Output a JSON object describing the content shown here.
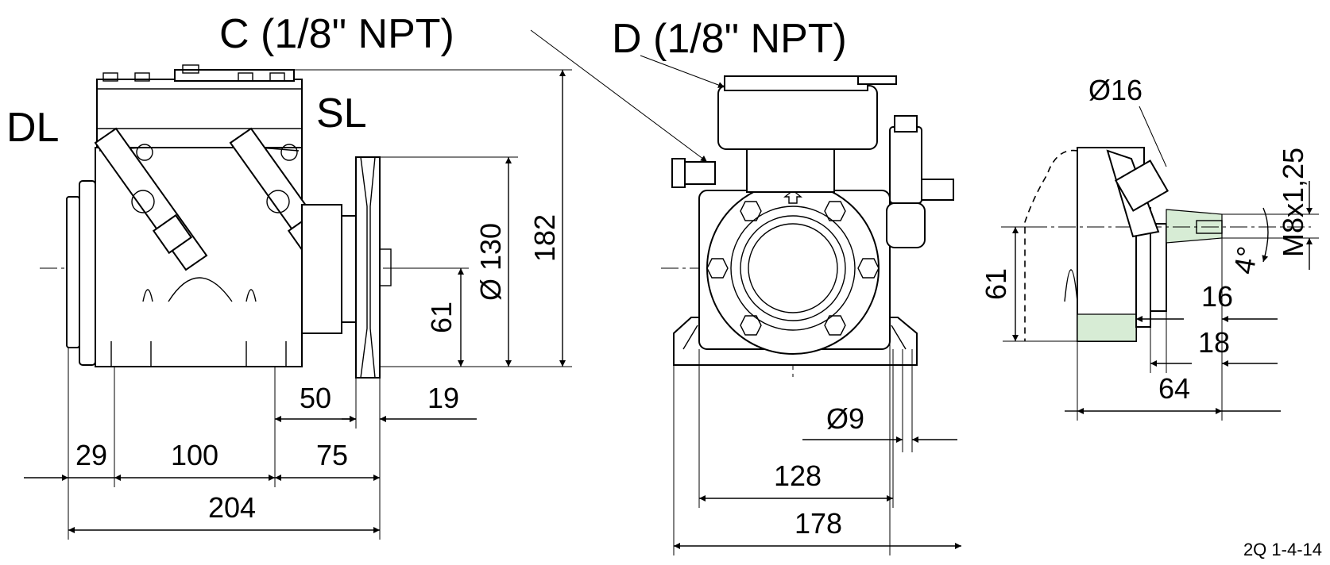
{
  "labels": {
    "port_c": "C (1/8\" NPT)",
    "port_d": "D (1/8\" NPT)",
    "discharge": "DL",
    "suction": "SL",
    "thread": "M8x1,25",
    "hole_diameter": "Ø16",
    "mount_hole": "Ø9",
    "pulley_diameter": "Ø 130",
    "angle": "4°",
    "drawing_id": "2Q  1-4-14"
  },
  "dimensions": {
    "overall_height": "182",
    "shaft_height_side": "61",
    "shaft_height_detail": "61",
    "pulley_offset": "50",
    "pulley_width": "19",
    "foot_left": "29",
    "foot_spacing": "100",
    "rear_to_pulley": "75",
    "overall_length": "204",
    "foot_width": "128",
    "overall_width": "178",
    "detail_16": "16",
    "detail_18": "18",
    "detail_64": "64"
  }
}
